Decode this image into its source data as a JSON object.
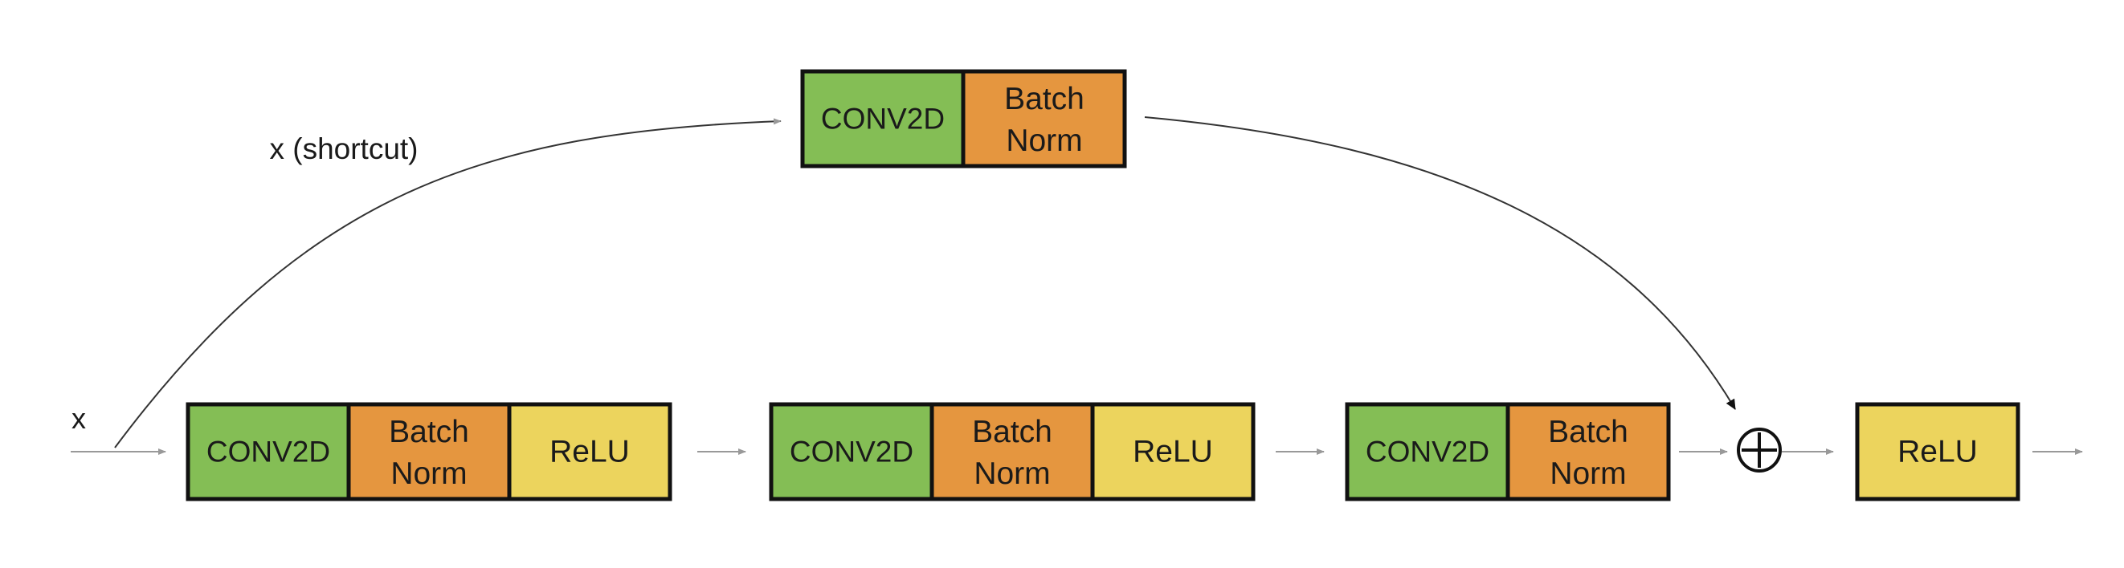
{
  "input_label": "x",
  "shortcut_label": "x (shortcut)",
  "main_path": {
    "block1": {
      "conv": "CONV2D",
      "bn": [
        "Batch",
        "Norm"
      ],
      "relu": "ReLU"
    },
    "block2": {
      "conv": "CONV2D",
      "bn": [
        "Batch",
        "Norm"
      ],
      "relu": "ReLU"
    },
    "block3": {
      "conv": "CONV2D",
      "bn": [
        "Batch",
        "Norm"
      ]
    }
  },
  "shortcut_path": {
    "conv": "CONV2D",
    "bn": [
      "Batch",
      "Norm"
    ]
  },
  "add_symbol": "⊕",
  "final_relu": "ReLU",
  "colors": {
    "conv": "#84be55",
    "batchnorm": "#e5963f",
    "relu": "#ecd45d",
    "border": "#111111",
    "arrow": "#999999",
    "shortcut_line": "#333333"
  }
}
